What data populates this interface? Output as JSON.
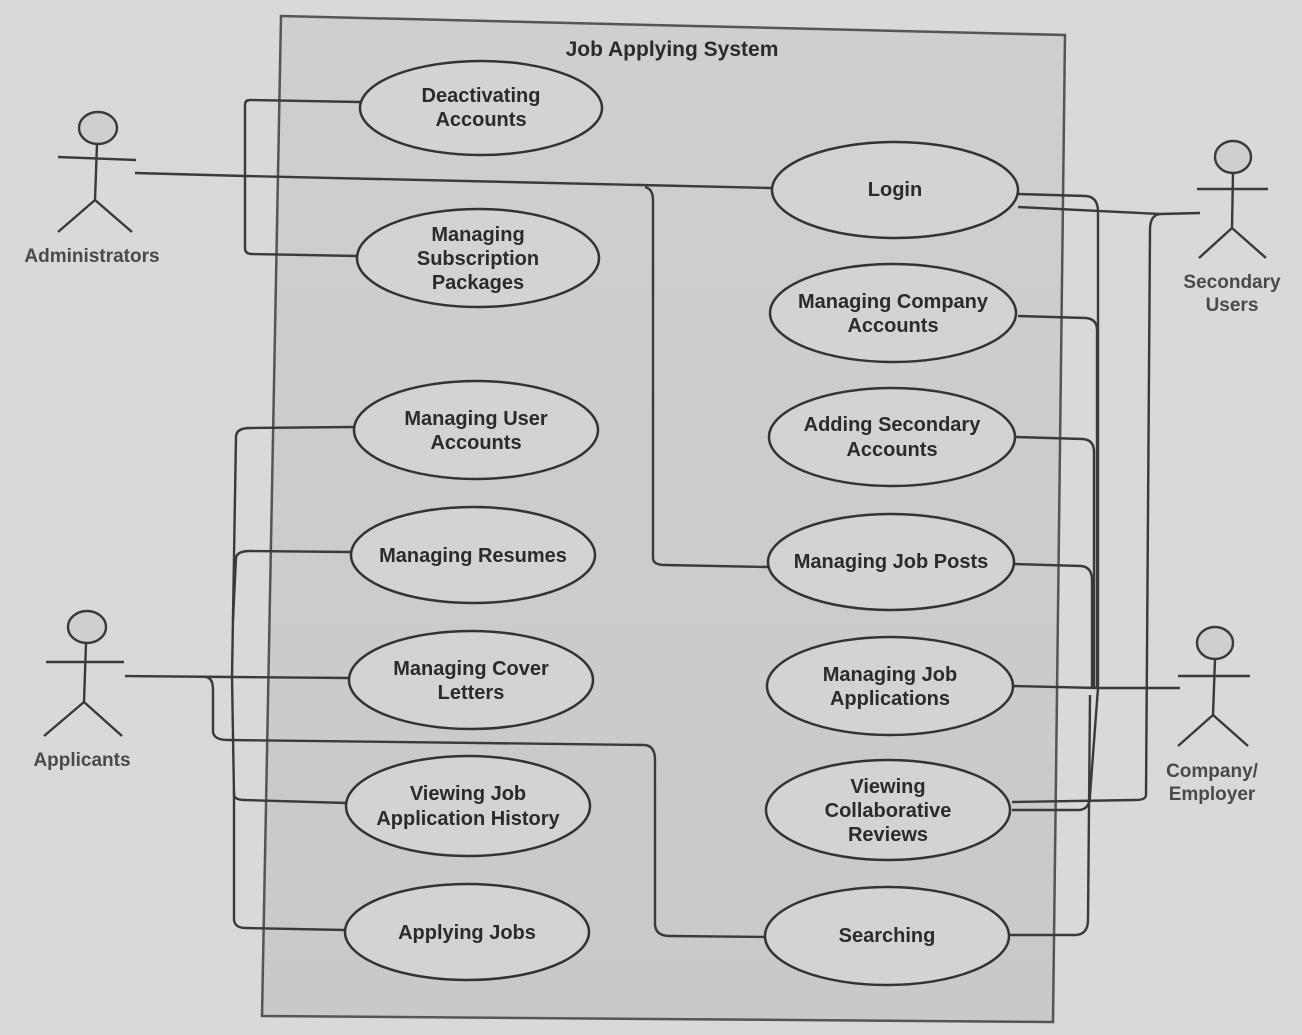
{
  "system": {
    "title": "Job Applying System"
  },
  "actors": {
    "administrators": "Administrators",
    "applicants": "Applicants",
    "secondary_users": [
      "Secondary",
      "Users"
    ],
    "company_employer": [
      "Company/",
      "Employer"
    ]
  },
  "use_cases": {
    "deactivating_accounts": [
      "Deactivating",
      "Accounts"
    ],
    "managing_subscription_packages": [
      "Managing",
      "Subscription",
      "Packages"
    ],
    "managing_user_accounts": [
      "Managing User",
      "Accounts"
    ],
    "managing_resumes": [
      "Managing Resumes"
    ],
    "managing_cover_letters": [
      "Managing Cover",
      "Letters"
    ],
    "viewing_job_application_history": [
      "Viewing Job",
      "Application History"
    ],
    "applying_jobs": [
      "Applying Jobs"
    ],
    "login": [
      "Login"
    ],
    "managing_company_accounts": [
      "Managing Company",
      "Accounts"
    ],
    "adding_secondary_accounts": [
      "Adding Secondary",
      "Accounts"
    ],
    "managing_job_posts": [
      "Managing Job Posts"
    ],
    "managing_job_applications": [
      "Managing Job",
      "Applications"
    ],
    "viewing_collaborative_reviews": [
      "Viewing",
      "Collaborative",
      "Reviews"
    ],
    "searching": [
      "Searching"
    ]
  }
}
